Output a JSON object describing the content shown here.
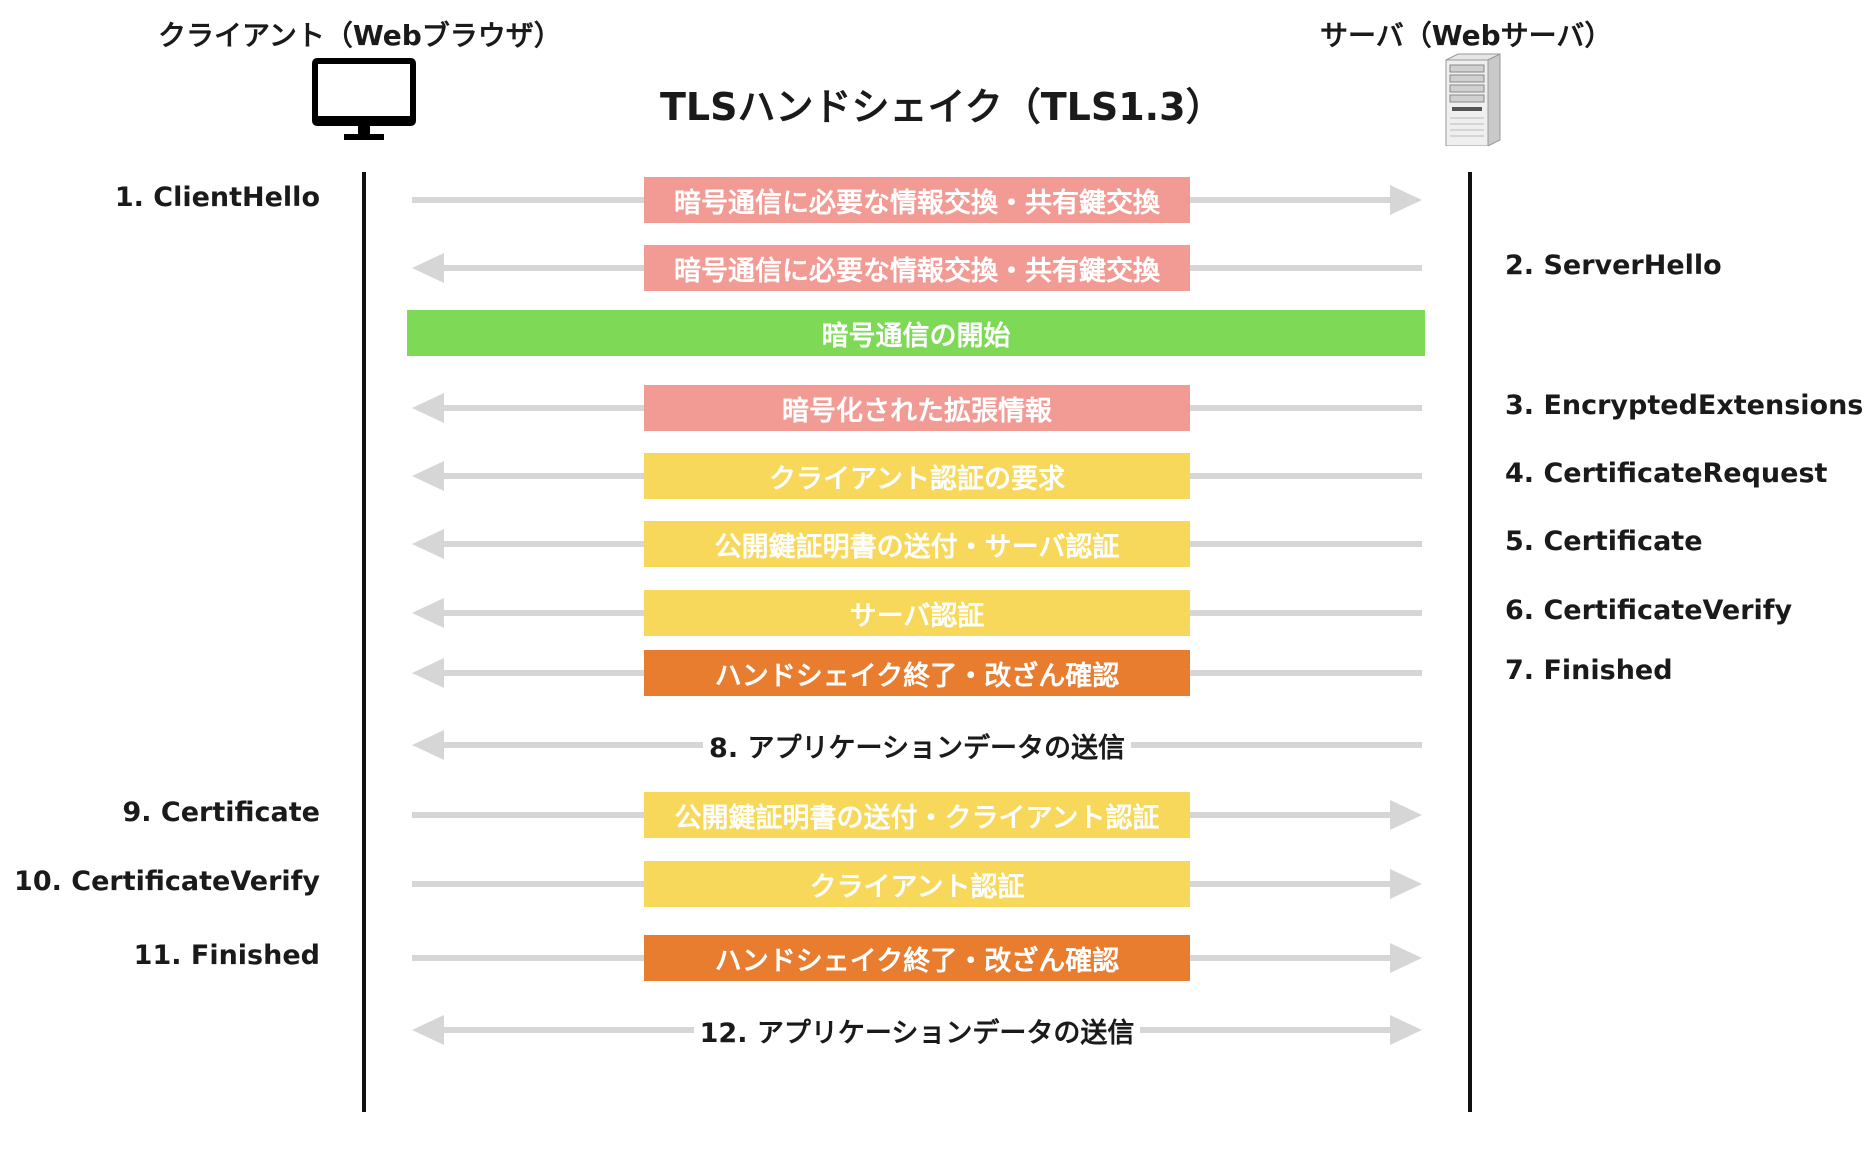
{
  "header": {
    "client_label": "クライアント（Webブラウザ）",
    "server_label": "サーバ（Webサーバ）",
    "title": "TLSハンドシェイク（TLS1.3）"
  },
  "colors": {
    "pink": "#f29b95",
    "green": "#7ed957",
    "yellow": "#f8d85a",
    "orange": "#e87c2f",
    "arrow": "#d6d6d6",
    "lifeline": "#111111"
  },
  "icons": {
    "client": "monitor-icon",
    "server": "server-tower-icon"
  },
  "messages": [
    {
      "step": "1. ClientHello",
      "side": "left",
      "direction": "right",
      "band": "暗号通信に必要な情報交換・共有鍵交換",
      "color": "pink"
    },
    {
      "step": "2. ServerHello",
      "side": "right",
      "direction": "left",
      "band": "暗号通信に必要な情報交換・共有鍵交換",
      "color": "pink"
    },
    {
      "step": "",
      "side": "none",
      "direction": "none",
      "band": "暗号通信の開始",
      "color": "green"
    },
    {
      "step": "3. EncryptedExtensions",
      "side": "right",
      "direction": "left",
      "band": "暗号化された拡張情報",
      "color": "pink"
    },
    {
      "step": "4. CertificateRequest",
      "side": "right",
      "direction": "left",
      "band": "クライアント認証の要求",
      "color": "yellow"
    },
    {
      "step": "5. Certificate",
      "side": "right",
      "direction": "left",
      "band": "公開鍵証明書の送付・サーバ認証",
      "color": "yellow"
    },
    {
      "step": "6. CertificateVerify",
      "side": "right",
      "direction": "left",
      "band": "サーバ認証",
      "color": "yellow"
    },
    {
      "step": "7. Finished",
      "side": "right",
      "direction": "left",
      "band": "ハンドシェイク終了・改ざん確認",
      "color": "orange"
    },
    {
      "step": "",
      "side": "none",
      "direction": "left",
      "band": "8. アプリケーションデータの送信",
      "color": "none"
    },
    {
      "step": "9. Certificate",
      "side": "left",
      "direction": "right",
      "band": "公開鍵証明書の送付・クライアント認証",
      "color": "yellow"
    },
    {
      "step": "10. CertificateVerify",
      "side": "left",
      "direction": "right",
      "band": "クライアント認証",
      "color": "yellow"
    },
    {
      "step": "11. Finished",
      "side": "left",
      "direction": "right",
      "band": "ハンドシェイク終了・改ざん確認",
      "color": "orange"
    },
    {
      "step": "",
      "side": "none",
      "direction": "both",
      "band": "12. アプリケーションデータの送信",
      "color": "none"
    }
  ]
}
